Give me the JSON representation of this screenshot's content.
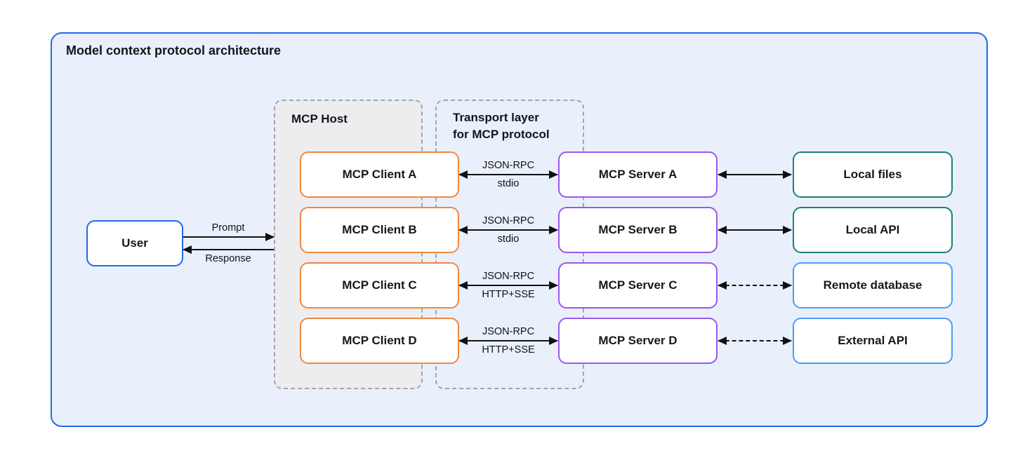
{
  "title": "Model context protocol architecture",
  "user": {
    "label": "User"
  },
  "user_link": {
    "prompt_label": "Prompt",
    "response_label": "Response"
  },
  "host": {
    "label": "MCP Host",
    "clients": [
      {
        "label": "MCP Client A"
      },
      {
        "label": "MCP Client B"
      },
      {
        "label": "MCP Client C"
      },
      {
        "label": "MCP Client D"
      }
    ]
  },
  "transport": {
    "label": "Transport layer\nfor MCP protocol",
    "links": [
      {
        "protocol": "JSON-RPC",
        "channel": "stdio"
      },
      {
        "protocol": "JSON-RPC",
        "channel": "stdio"
      },
      {
        "protocol": "JSON-RPC",
        "channel": "HTTP+SSE"
      },
      {
        "protocol": "JSON-RPC",
        "channel": "HTTP+SSE"
      }
    ]
  },
  "servers": [
    {
      "label": "MCP Server A"
    },
    {
      "label": "MCP Server B"
    },
    {
      "label": "MCP Server C"
    },
    {
      "label": "MCP Server D"
    }
  ],
  "resources": [
    {
      "label": "Local files",
      "link_style": "solid",
      "accent": "#1a7f78"
    },
    {
      "label": "Local API",
      "link_style": "solid",
      "accent": "#1a7f78"
    },
    {
      "label": "Remote database",
      "link_style": "dashed",
      "accent": "#4a9cf8"
    },
    {
      "label": "External API",
      "link_style": "dashed",
      "accent": "#4a9cf8"
    }
  ],
  "colors": {
    "panel_border": "#2268e8",
    "panel_fill": "#e9f0fb",
    "host_fill": "#ededf0",
    "dashed_border": "#a2a6ac",
    "client_border": "#f0883e",
    "server_border": "#9b57f2",
    "local_resource_border": "#1a7f78",
    "remote_resource_border": "#4a9cf8",
    "arrow": "#111111",
    "text": "#13161b"
  }
}
